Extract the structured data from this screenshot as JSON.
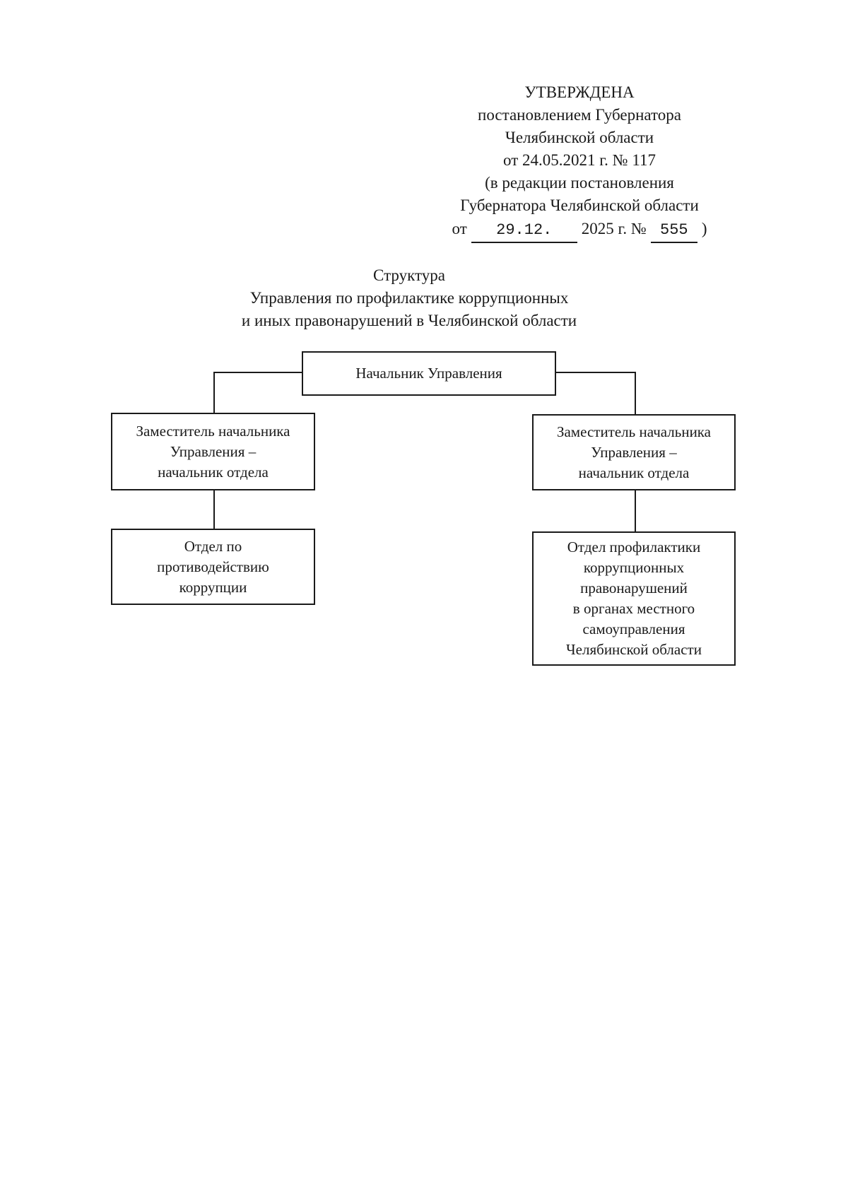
{
  "colors": {
    "background": "#ffffff",
    "ink": "#1a1a1a"
  },
  "approval_block": {
    "lines": [
      "УТВЕРЖДЕНА",
      "постановлением Губернатора",
      "Челябинской области",
      "от 24.05.2021 г. № 117",
      "(в редакции постановления",
      "Губернатора Челябинской области"
    ],
    "amendment": {
      "prefix": "от",
      "date_value": "29.12.",
      "middle": "2025 г. №",
      "number_value": "555",
      "suffix": ")"
    }
  },
  "title": {
    "line1": "Структура",
    "line2": "Управления по профилактике коррупционных",
    "line3": "и иных правонарушений в Челябинской области"
  },
  "org_chart": {
    "head": {
      "label": "Начальник Управления"
    },
    "deputy_left": {
      "label": "Заместитель начальника\nУправления –\nначальник отдела"
    },
    "deputy_right": {
      "label": "Заместитель начальника\nУправления –\nначальник отдела"
    },
    "dept_left": {
      "label": "Отдел по\nпротиводействию\nкоррупции"
    },
    "dept_right": {
      "label": "Отдел профилактики\nкоррупционных\nправонарушений\nв органах местного\nсамоуправления\nЧелябинской области"
    }
  }
}
